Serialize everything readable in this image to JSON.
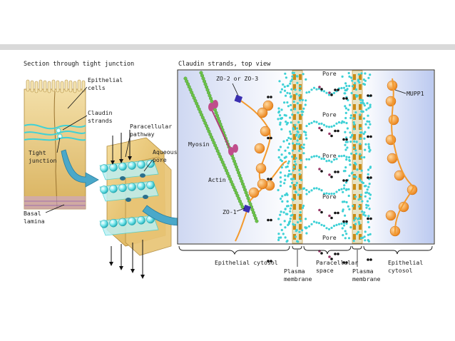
{
  "left_panel": {
    "heading": "Section through tight junction",
    "epithelial_cells": [
      "Epithelial",
      "cells"
    ],
    "claudin_strands": [
      "Claudin",
      "strands"
    ],
    "tight_junction": [
      "Tight",
      "junction"
    ],
    "basal_lamina": [
      "Basal",
      "lamina"
    ]
  },
  "middle_panel": {
    "paracellular_pathway": [
      "Paracellular",
      "pathway"
    ],
    "aqueous_pore": [
      "Aqueous",
      "pore"
    ]
  },
  "right_panel": {
    "heading": "Claudin strands, top view",
    "zo23": "ZO-2 or ZO-3",
    "mupp1": "MUPP1",
    "myosin": "Myosin",
    "actin": "Actin",
    "zo1": "ZO-1",
    "pore": "Pore",
    "pore_count": 5
  },
  "bottom_labels": {
    "epithelial_cytosol_left": "Epithelial cytosol",
    "plasma_membrane_left": [
      "Plasma",
      "membrane"
    ],
    "paracellular_space": [
      "Paracellular",
      "space"
    ],
    "plasma_membrane_right": [
      "Plasma",
      "membrane"
    ],
    "epithelial_cytosol_right": [
      "Epithelial",
      "cytosol"
    ]
  },
  "colors": {
    "gray_bar": "#d9d9d9",
    "tissue_gold": "#e8c98a",
    "claudin_cyan": "#3fd1d6",
    "actin_green": "#6cc24a",
    "orange_protein": "#f39a2e",
    "zo_blue": "#3a2fb0",
    "myosin_magenta": "#b0407a",
    "arrow_blue": "#4aa8c9",
    "membrane_gold": "#c98c16"
  }
}
